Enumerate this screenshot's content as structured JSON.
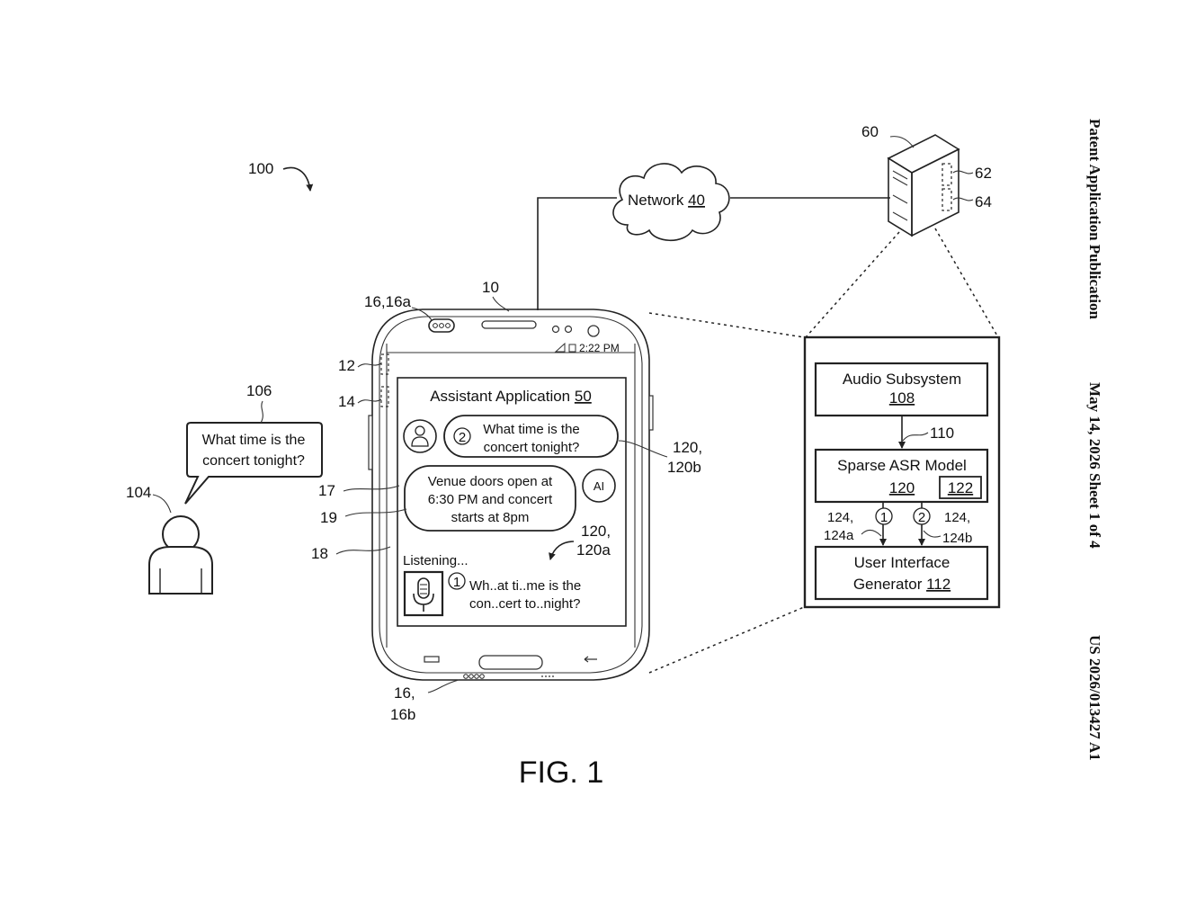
{
  "figure": {
    "fig_no": "100",
    "caption": "FIG. 1"
  },
  "sidebar": {
    "pub": "Patent Application Publication",
    "date_sheet": "May 14, 2026  Sheet 1 of 4",
    "number": "US 2026/013427 A1"
  },
  "network": {
    "name": "Network ",
    "ref": "40"
  },
  "server": {
    "ref": "60",
    "ref_a": "62",
    "ref_b": "64"
  },
  "device": {
    "ref": "10",
    "mic_ref": "16,16a",
    "ref_12": "12",
    "ref_14": "14",
    "ref_17": "17",
    "ref_18": "18",
    "ref_19": "19",
    "ref_16b_1": "16,",
    "ref_16b_2": "16b",
    "status_time": "2:22 PM",
    "app_title": "Assistant Application ",
    "app_ref": "50",
    "query_num": "2",
    "query_line1": "What time is the",
    "query_line2": "concert tonight?",
    "reply_line1": "Venue doors open at",
    "reply_line2": "6:30 PM and concert",
    "reply_line3": "starts at 8pm",
    "ai_label": "AI",
    "listening": "Listening...",
    "partial_num": "1",
    "partial_line1": "Wh..at ti..me is the",
    "partial_line2": "con..cert to..night?",
    "ref_120b_1": "120,",
    "ref_120b_2": "120b",
    "ref_120a_1": "120,",
    "ref_120a_2": "120a"
  },
  "user": {
    "ref": "104",
    "bubble_ref": "106",
    "speech_line1": "What time is the",
    "speech_line2": "concert tonight?"
  },
  "asr_system": {
    "audio_subsystem": "Audio Subsystem",
    "audio_ref": "108",
    "link_ref": "110",
    "model_name": "Sparse ASR Model",
    "model_ref": "120",
    "model_inner_ref": "122",
    "out_a_1": "124,",
    "out_a_2": "124a",
    "out_a_num": "1",
    "out_b_1": "124,",
    "out_b_2": "124b",
    "out_b_num": "2",
    "uig_line1": "User Interface",
    "uig_line2": "Generator ",
    "uig_ref": "112"
  }
}
